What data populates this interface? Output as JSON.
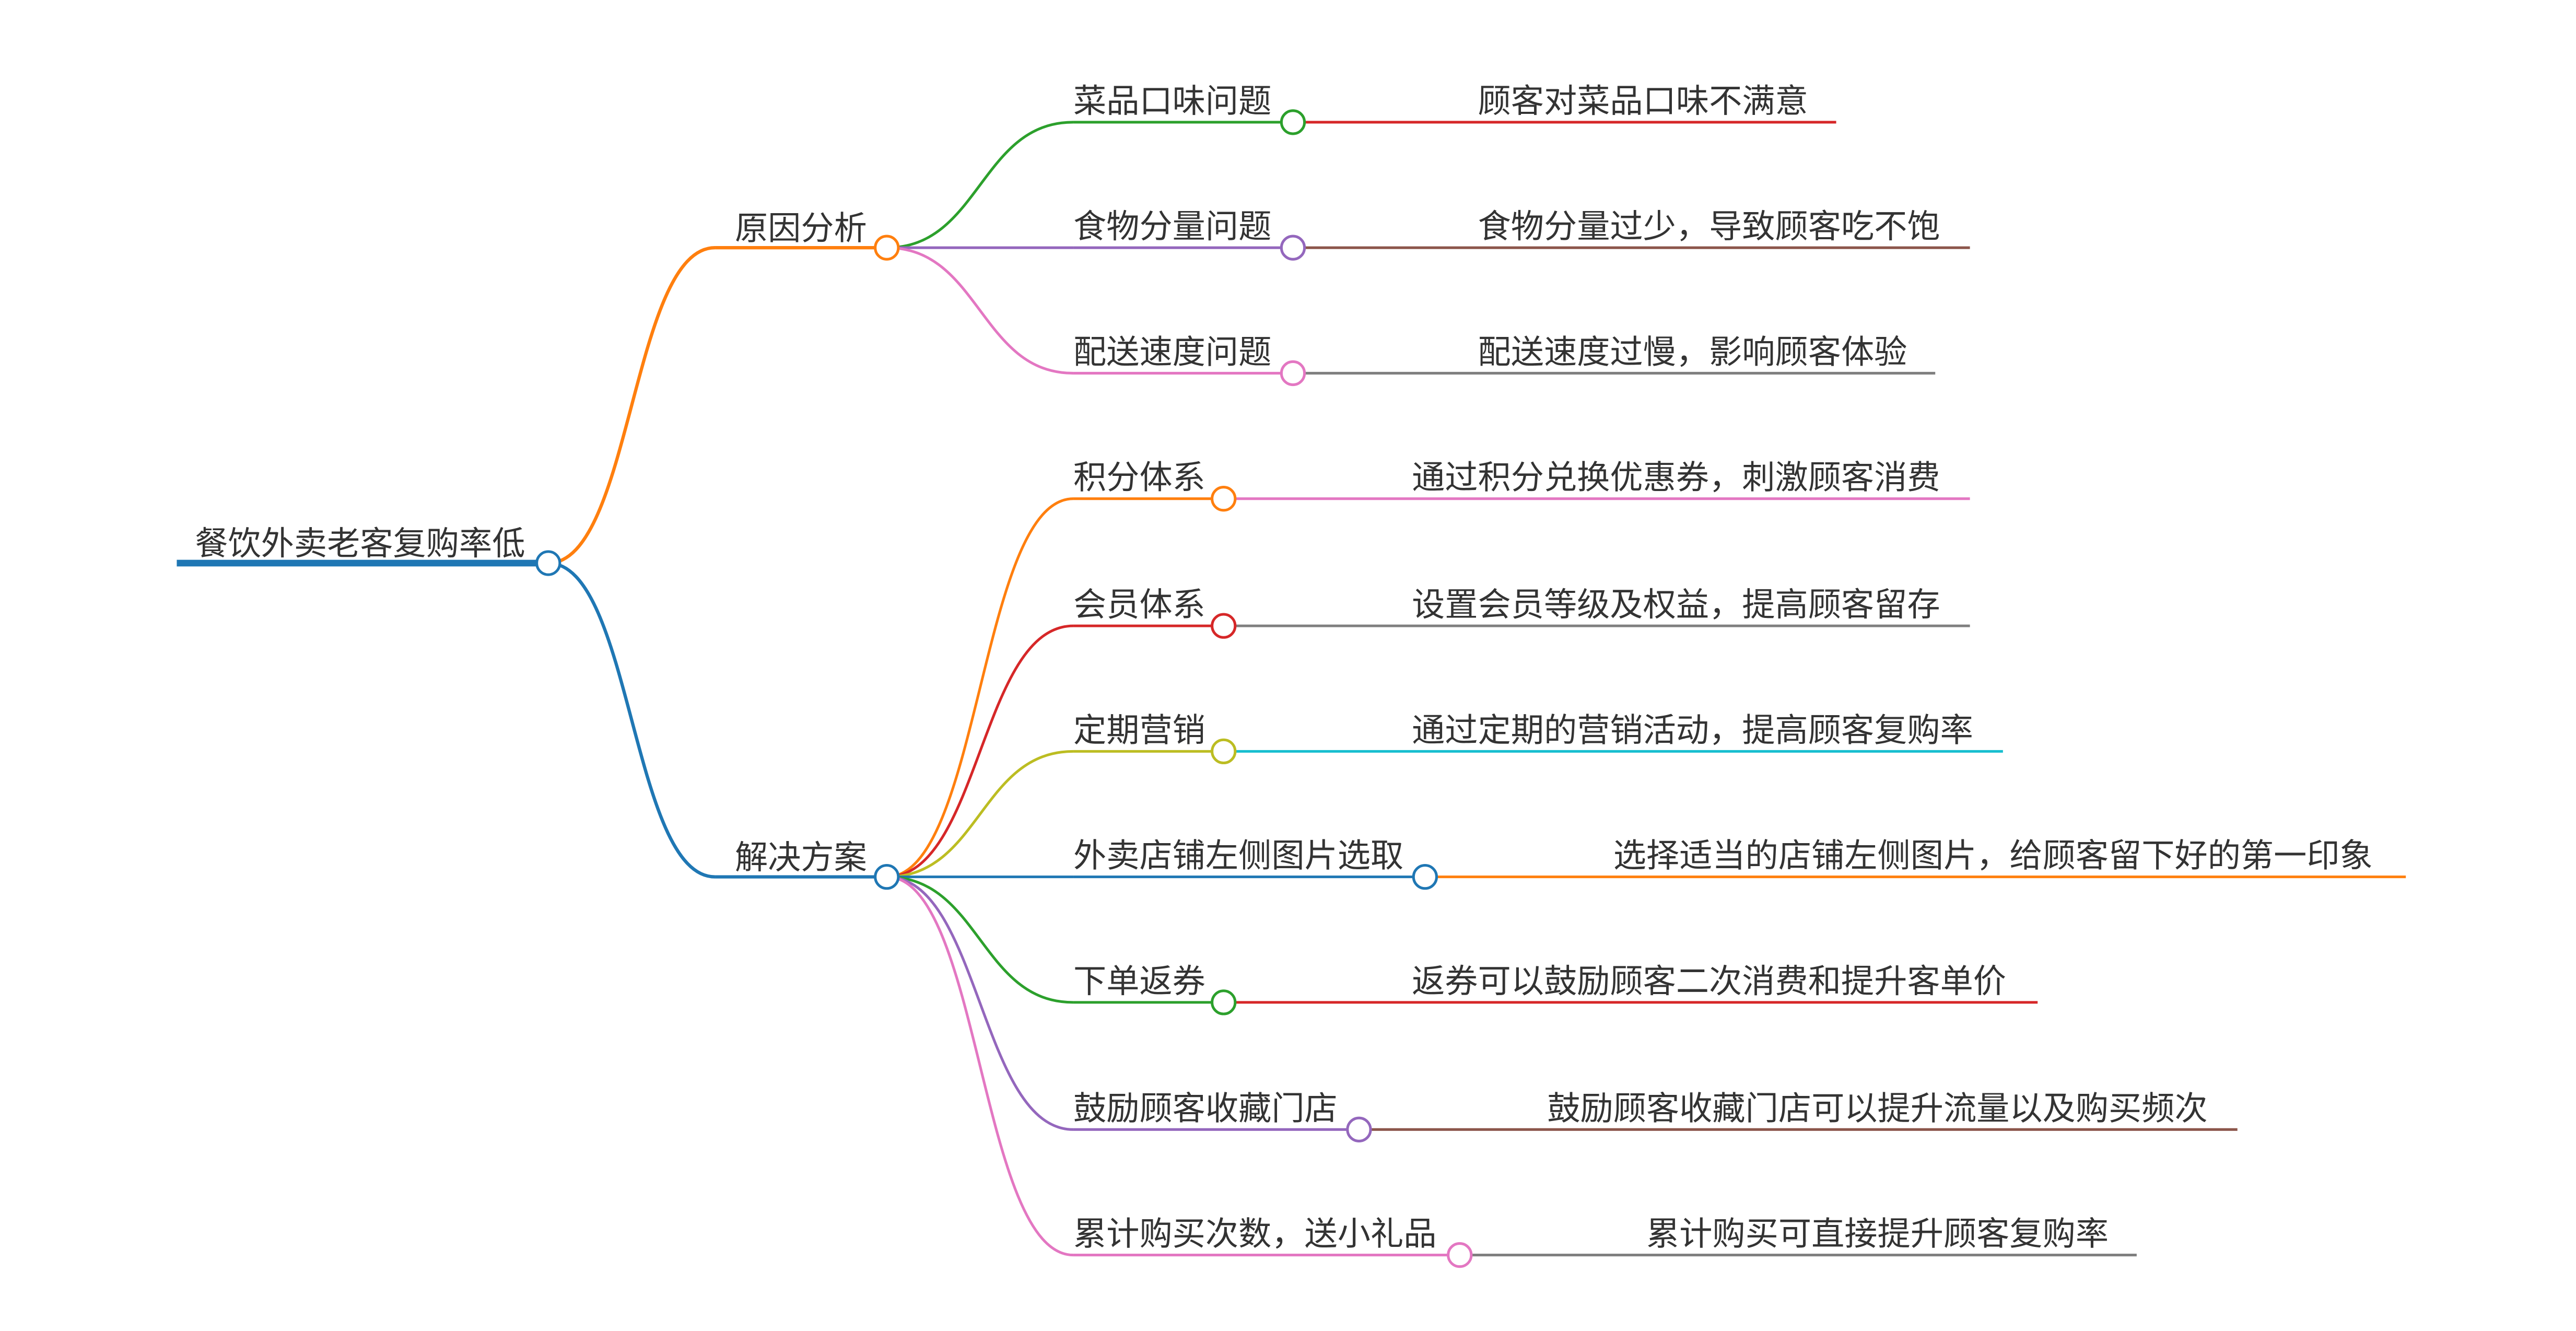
{
  "root": {
    "label": "餐饮外卖老客复购率低",
    "color": "#1f77b4"
  },
  "branches": [
    {
      "label": "原因分析",
      "color": "#ff7f0e",
      "children": [
        {
          "label": "菜品口味问题",
          "color": "#2ca02c",
          "leaf": "顾客对菜品口味不满意",
          "leaf_color": "#d62728"
        },
        {
          "label": "食物分量问题",
          "color": "#9467bd",
          "leaf": "食物分量过少，导致顾客吃不饱",
          "leaf_color": "#8c564b"
        },
        {
          "label": "配送速度问题",
          "color": "#e377c2",
          "leaf": "配送速度过慢，影响顾客体验",
          "leaf_color": "#7f7f7f"
        }
      ]
    },
    {
      "label": "解决方案",
      "color": "#1f77b4",
      "children": [
        {
          "label": "积分体系",
          "color": "#ff7f0e",
          "leaf": "通过积分兑换优惠券，刺激顾客消费",
          "leaf_color": "#e377c2"
        },
        {
          "label": "会员体系",
          "color": "#d62728",
          "leaf": "设置会员等级及权益，提高顾客留存",
          "leaf_color": "#7f7f7f"
        },
        {
          "label": "定期营销",
          "color": "#bcbd22",
          "leaf": "通过定期的营销活动，提高顾客复购率",
          "leaf_color": "#17becf"
        },
        {
          "label": "外卖店铺左侧图片选取",
          "color": "#1f77b4",
          "leaf": "选择适当的店铺左侧图片，给顾客留下好的第一印象",
          "leaf_color": "#ff7f0e"
        },
        {
          "label": "下单返券",
          "color": "#2ca02c",
          "leaf": "返券可以鼓励顾客二次消费和提升客单价",
          "leaf_color": "#d62728"
        },
        {
          "label": "鼓励顾客收藏门店",
          "color": "#9467bd",
          "leaf": "鼓励顾客收藏门店可以提升流量以及购买频次",
          "leaf_color": "#8c564b"
        },
        {
          "label": "累计购买次数，送小礼品",
          "color": "#e377c2",
          "leaf": "累计购买可直接提升顾客复购率",
          "leaf_color": "#7f7f7f"
        }
      ]
    }
  ]
}
